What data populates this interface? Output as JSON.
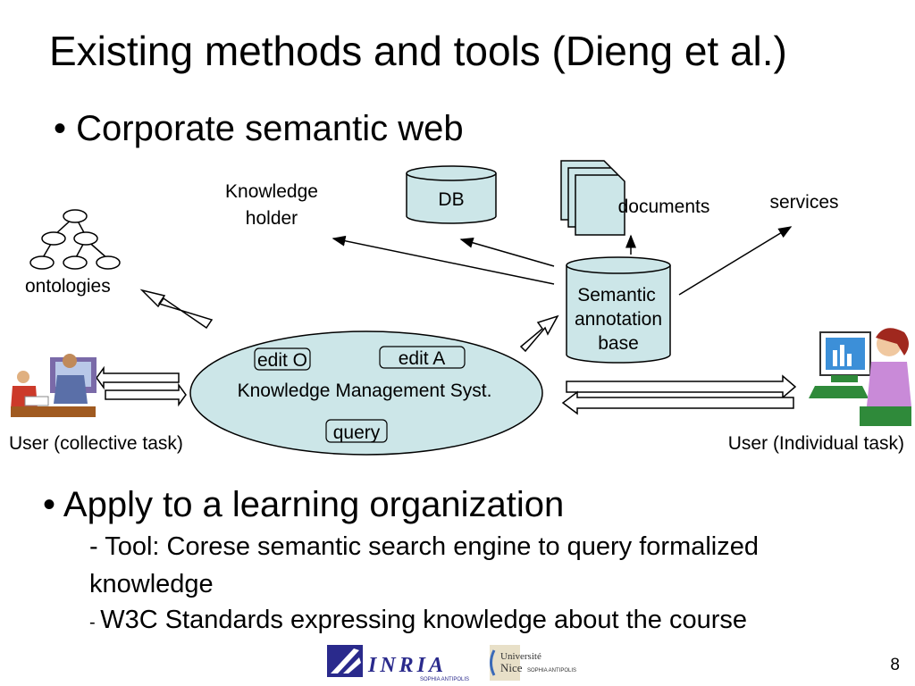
{
  "slide": {
    "title": "Existing methods and tools (Dieng et al.)",
    "bullet1": "• Corporate semantic web",
    "bullet2": "• Apply to a learning organization",
    "sub1_line1": "- Tool: Corese semantic search engine to query formalized",
    "sub1_line2": "knowledge",
    "sub2_dash": "- ",
    "sub2_text": "W3C Standards expressing knowledge about the course",
    "page_number": "8"
  },
  "diagram": {
    "knowledge_holder": [
      "Knowledge",
      "holder"
    ],
    "db": "DB",
    "documents": "documents",
    "services": "services",
    "ontologies": "ontologies",
    "semantic_annotation_base": [
      "Semantic",
      "annotation",
      "base"
    ],
    "kms": "Knowledge Management Syst.",
    "edit_o": "edit O",
    "edit_a": "edit A",
    "query": "query",
    "user_collective": "User  (collective task)",
    "user_individual": "User (Individual task)"
  },
  "logos": {
    "inria_main": "INRIA",
    "inria_sub": "SOPHIA ANTIPOLIS",
    "unice_top": "Université",
    "unice_name": "Nice",
    "unice_sub": "SOPHIA ANTIPOLIS"
  },
  "colors": {
    "shape_fill": "#cce6e8",
    "logo_blue": "#2a2a8c"
  },
  "icons": [
    "ontology-tree-icon",
    "group-users-icon",
    "individual-user-icon",
    "document-stack-icon",
    "database-icon",
    "inria-logo",
    "unice-logo"
  ]
}
